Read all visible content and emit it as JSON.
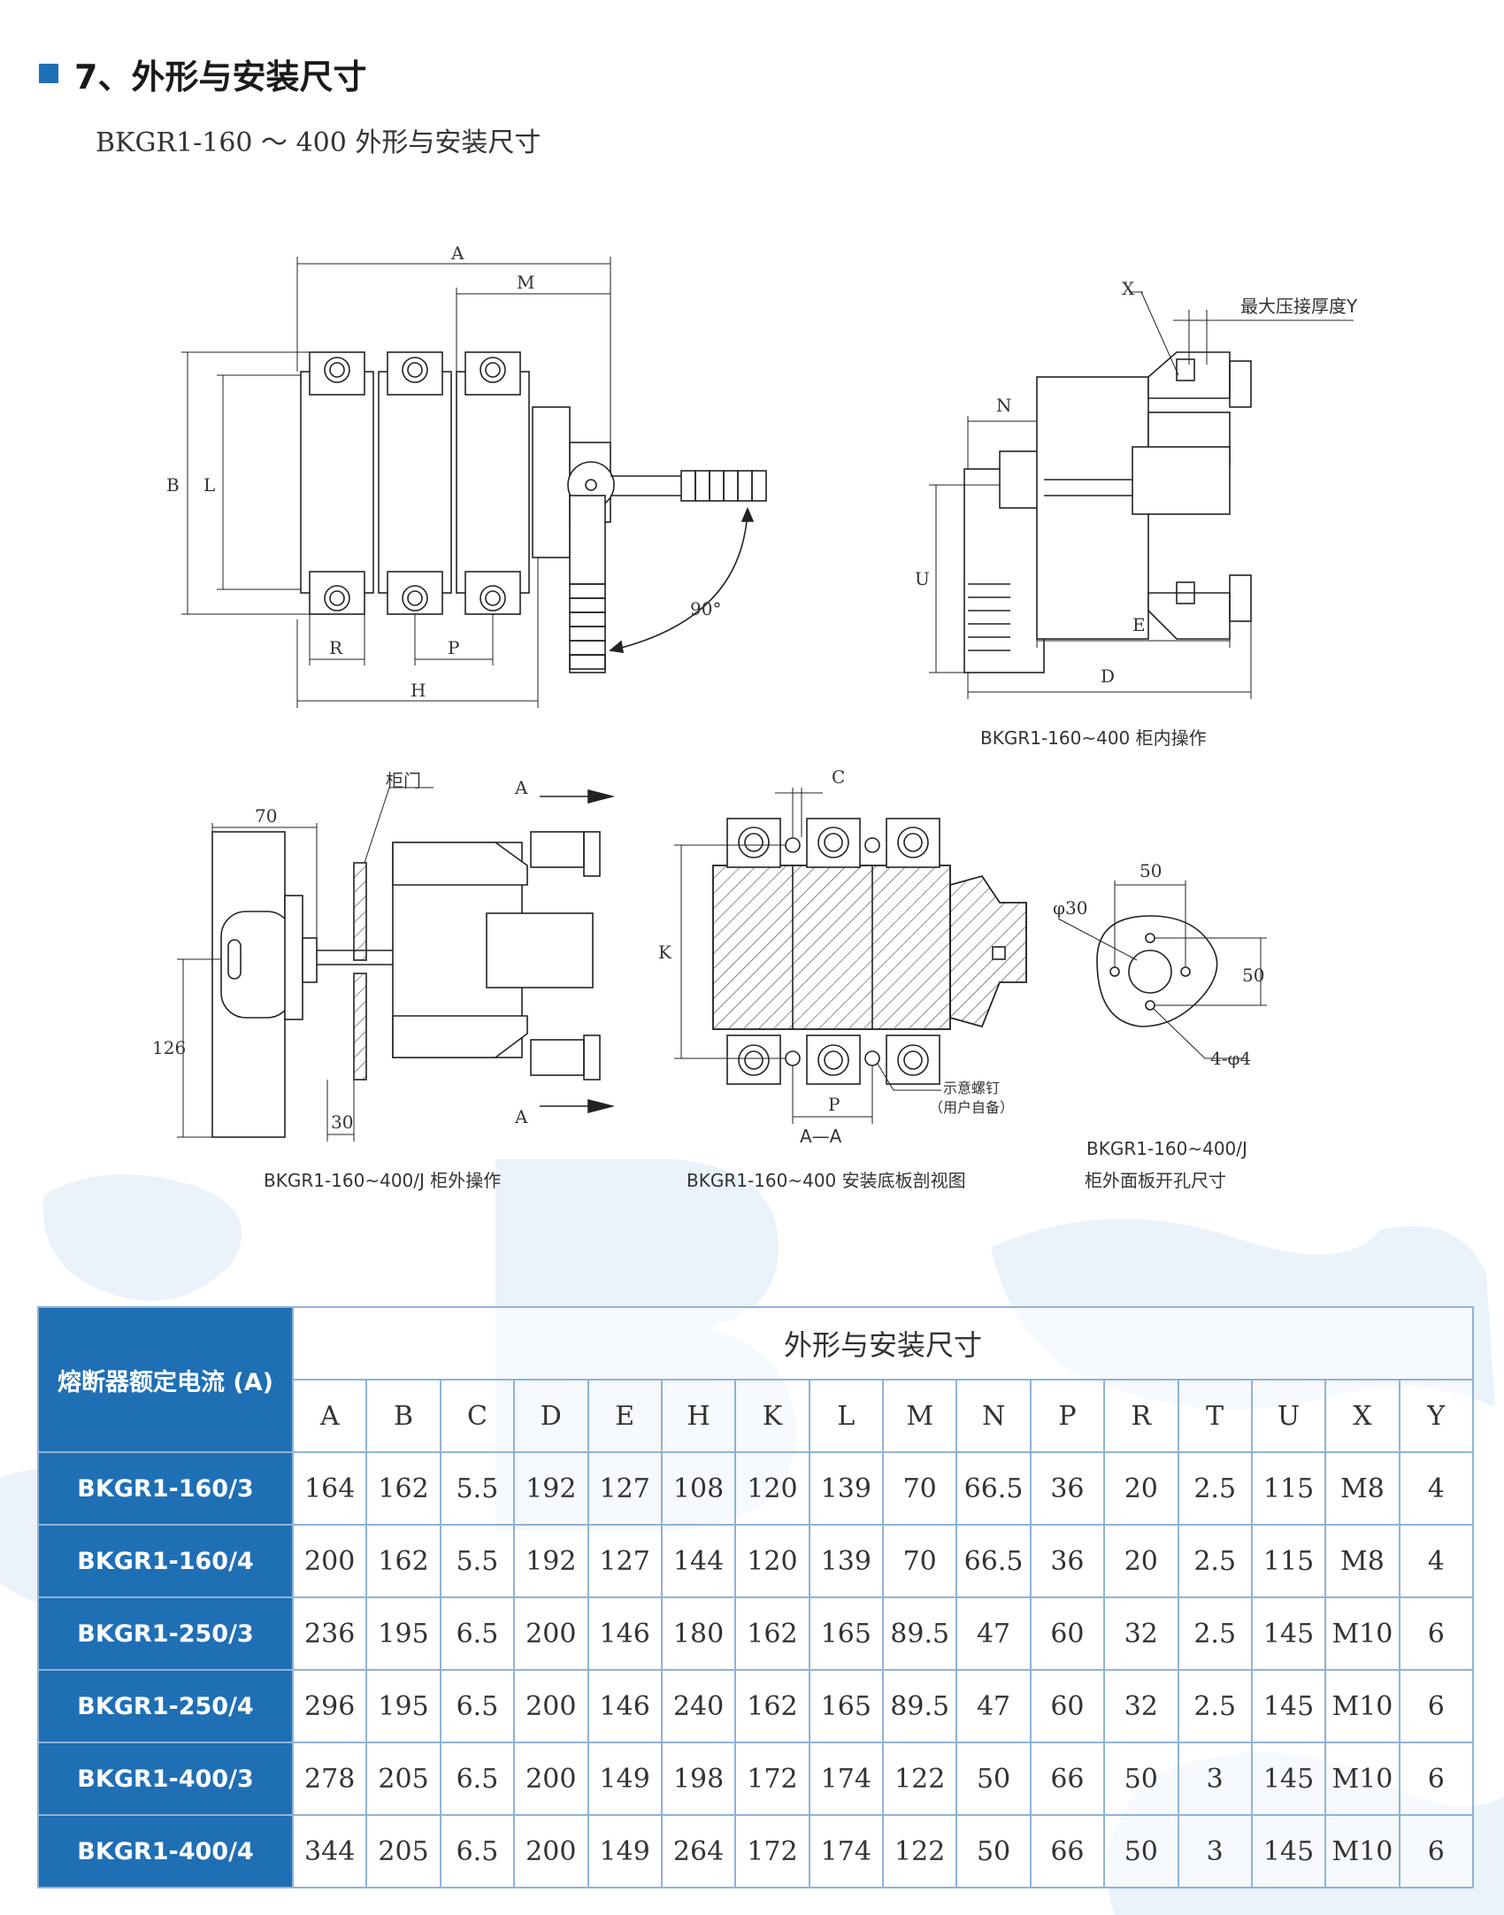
{
  "header": {
    "section_title": "7、外形与安装尺寸",
    "subtitle": "BKGR1-160 ～ 400 外形与安装尺寸"
  },
  "colors": {
    "accent": "#1f6fb5",
    "grid": "#8fb3d6",
    "watermark": "#eaf2fa"
  },
  "drawings": {
    "front_view": {
      "labels": {
        "A": "A",
        "M": "M",
        "B": "B",
        "L": "L",
        "R": "R",
        "P": "P",
        "H": "H",
        "angle": "90°"
      }
    },
    "side_view": {
      "labels": {
        "X": "X",
        "Y": "最大压接厚度Y",
        "N": "N",
        "U": "U",
        "E": "E",
        "D": "D"
      },
      "caption": "BKGR1-160~400 柜内操作"
    },
    "outside_view": {
      "labels": {
        "dim70": "70",
        "door": "柜门",
        "arrowA_top": "A",
        "arrowA_bottom": "A",
        "dim126": "126",
        "dim30": "30"
      },
      "caption": "BKGR1-160~400/J 柜外操作"
    },
    "section_view": {
      "labels": {
        "C": "C",
        "K": "K",
        "P": "P",
        "aa": "A—A",
        "screw1": "示意螺钉",
        "screw2": "（用户自备）"
      },
      "caption": "BKGR1-160~400 安装底板剖视图"
    },
    "panel_view": {
      "labels": {
        "dim50_top": "50",
        "phi30": "φ30",
        "dim50_side": "50",
        "holes": "4-φ4"
      },
      "caption_line1": "BKGR1-160~400/J",
      "caption_line2": "柜外面板开孔尺寸"
    }
  },
  "table": {
    "corner_label": "熔断器额定电流 (A)",
    "group_header": "外形与安装尺寸",
    "columns": [
      "A",
      "B",
      "C",
      "D",
      "E",
      "H",
      "K",
      "L",
      "M",
      "N",
      "P",
      "R",
      "T",
      "U",
      "X",
      "Y"
    ],
    "rows": [
      {
        "model": "BKGR1-160/3",
        "values": [
          "164",
          "162",
          "5.5",
          "192",
          "127",
          "108",
          "120",
          "139",
          "70",
          "66.5",
          "36",
          "20",
          "2.5",
          "115",
          "M8",
          "4"
        ]
      },
      {
        "model": "BKGR1-160/4",
        "values": [
          "200",
          "162",
          "5.5",
          "192",
          "127",
          "144",
          "120",
          "139",
          "70",
          "66.5",
          "36",
          "20",
          "2.5",
          "115",
          "M8",
          "4"
        ]
      },
      {
        "model": "BKGR1-250/3",
        "values": [
          "236",
          "195",
          "6.5",
          "200",
          "146",
          "180",
          "162",
          "165",
          "89.5",
          "47",
          "60",
          "32",
          "2.5",
          "145",
          "M10",
          "6"
        ]
      },
      {
        "model": "BKGR1-250/4",
        "values": [
          "296",
          "195",
          "6.5",
          "200",
          "146",
          "240",
          "162",
          "165",
          "89.5",
          "47",
          "60",
          "32",
          "2.5",
          "145",
          "M10",
          "6"
        ]
      },
      {
        "model": "BKGR1-400/3",
        "values": [
          "278",
          "205",
          "6.5",
          "200",
          "149",
          "198",
          "172",
          "174",
          "122",
          "50",
          "66",
          "50",
          "3",
          "145",
          "M10",
          "6"
        ]
      },
      {
        "model": "BKGR1-400/4",
        "values": [
          "344",
          "205",
          "6.5",
          "200",
          "149",
          "264",
          "172",
          "174",
          "122",
          "50",
          "66",
          "50",
          "3",
          "145",
          "M10",
          "6"
        ]
      }
    ]
  }
}
